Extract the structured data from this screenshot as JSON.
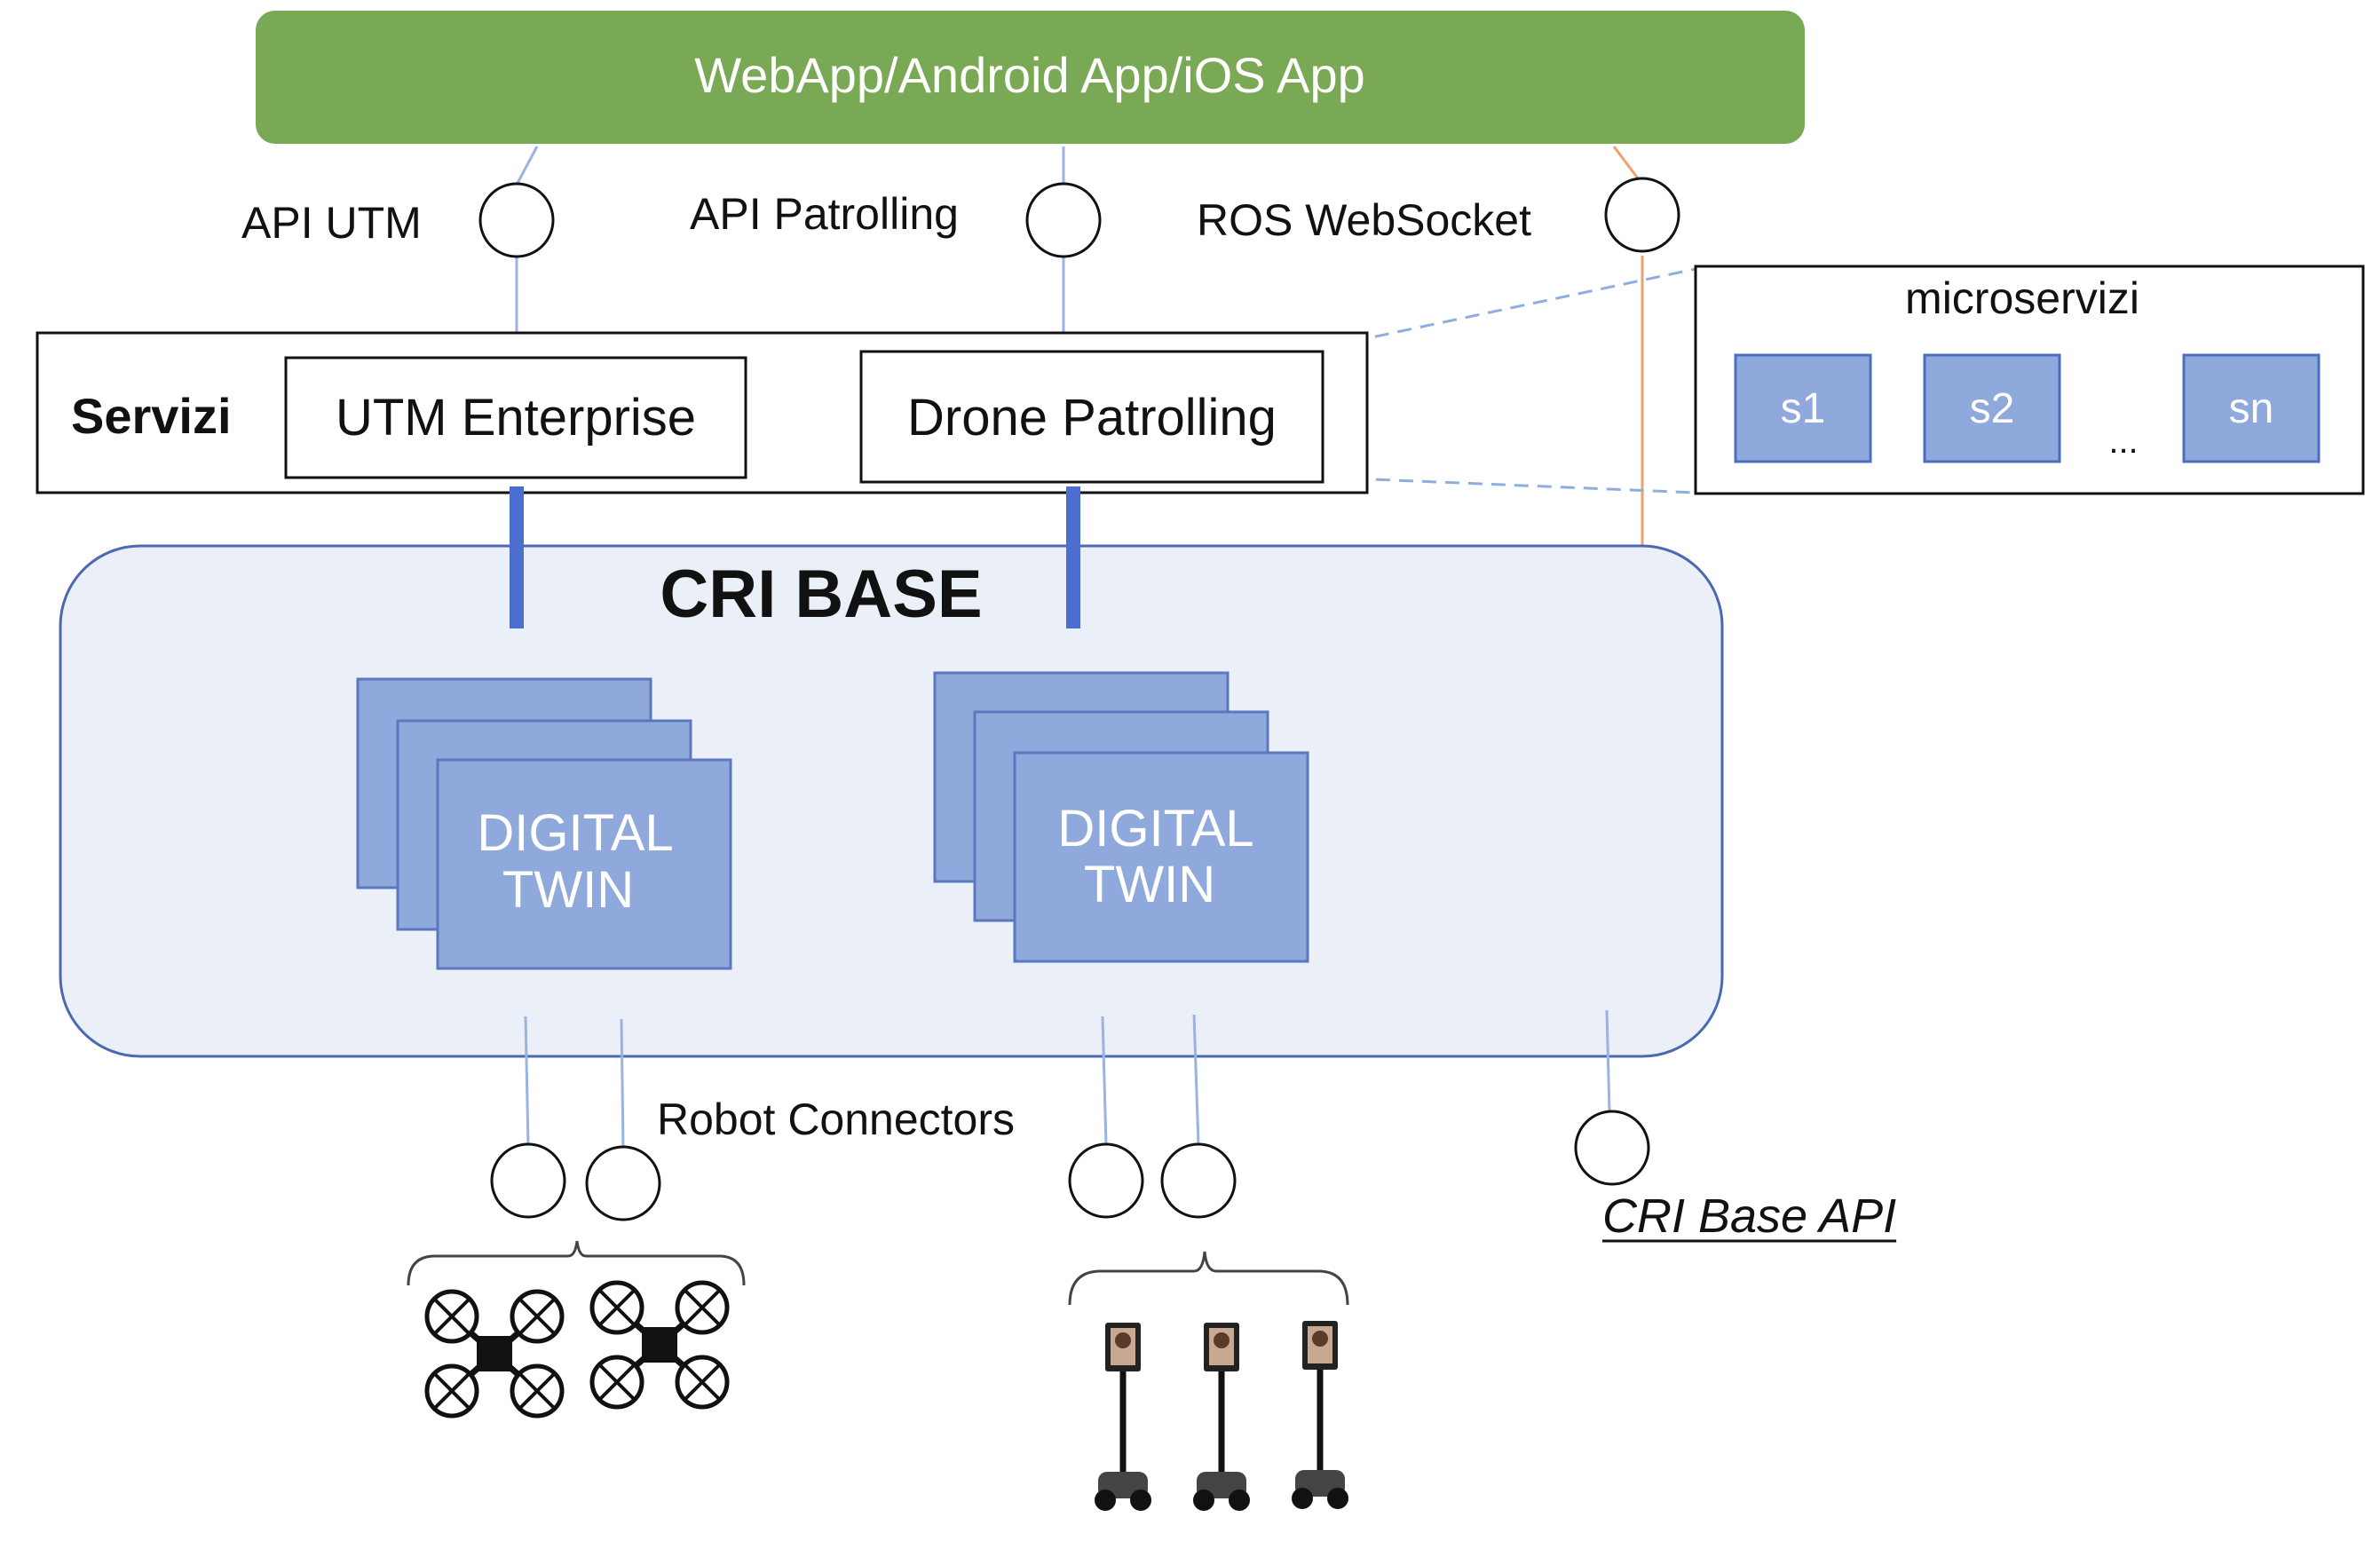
{
  "app_bar": {
    "label": "WebApp/Android App/iOS App"
  },
  "interfaces": {
    "api_utm": "API UTM",
    "api_patrolling": "API Patrolling",
    "ros_websocket": "ROS WebSocket"
  },
  "servizi": {
    "label": "Servizi",
    "utm": "UTM Enterprise",
    "drone": "Drone Patrolling"
  },
  "microservizi": {
    "label": "microservizi",
    "items": [
      "s1",
      "s2",
      "sn"
    ],
    "ellipsis": "..."
  },
  "cri_base": {
    "title": "CRI BASE",
    "twin_line1": "DIGITAL",
    "twin_line2": "TWIN"
  },
  "robot_connectors": "Robot Connectors",
  "cri_base_api": "CRI Base API",
  "colors": {
    "green": "#7aa955",
    "blue_fill": "#8fa9dc",
    "blue_stroke": "#4a6fbf",
    "cri_fill": "#eaeff8",
    "cri_stroke": "#4a69b0",
    "orange": "#f0a070"
  }
}
